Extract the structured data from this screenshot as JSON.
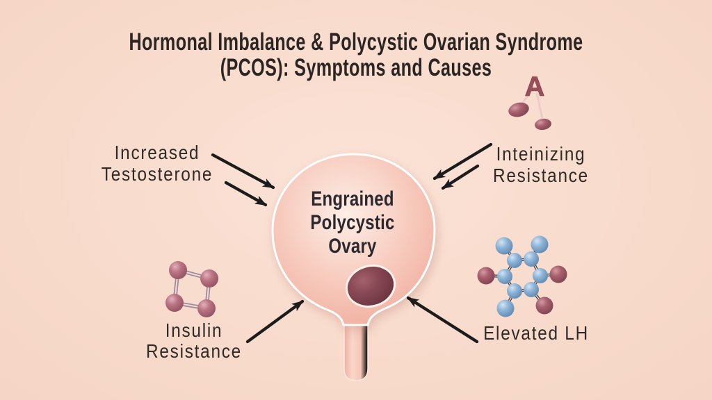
{
  "title": {
    "line1": "Hormonal Imbalance & Polycystic Ovarian Syndrome",
    "line2": "(PCOS): Symptoms and Causes"
  },
  "center": {
    "lines": [
      "Engrained",
      "Polycystic",
      "Ovary"
    ]
  },
  "labels": {
    "top_left": {
      "lines": [
        "Increased",
        "Testosterone"
      ]
    },
    "top_right": {
      "lines": [
        "Inteinizing",
        "Resistance"
      ]
    },
    "bottom_left": {
      "lines": [
        "Insulin",
        "Resistance"
      ]
    },
    "bottom_right": {
      "lines": [
        "Elevated LH"
      ]
    }
  },
  "icons": {
    "hormone_a_letter": "A",
    "hormone_a": "hormone-a-icon",
    "insulin_molecule": "square-molecule-icon",
    "lh_molecule": "benzene-molecule-icon"
  },
  "colors": {
    "background": "#f8dbcc",
    "title_text": "#2b2624",
    "label_text": "#2e2a28",
    "arrow": "#1c1c1c",
    "ovary_fill": "#f6c9ba",
    "ovary_outline": "#ffffff",
    "cyst": "#7b3f4c",
    "stem": "#f4c5b6",
    "molecule_pink": "#b4717f",
    "molecule_blue": "#8fb6d9",
    "molecule_maroon": "#a85f6d",
    "bond_purple": "#9b8ba1",
    "bond_dark": "#33343c",
    "hormone_a_color": "#9a4e5a"
  }
}
